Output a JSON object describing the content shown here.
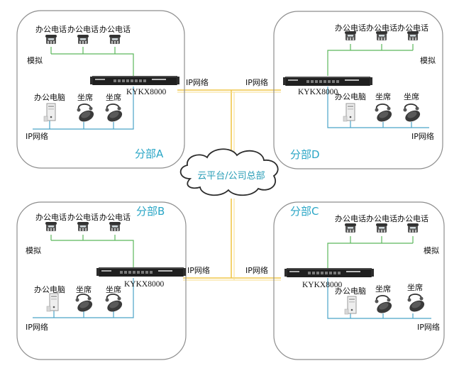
{
  "colors": {
    "analog_line": "#5cb85c",
    "ip_line": "#4aa3c8",
    "backbone_line": "#f0c64a",
    "branch_label": "#2aa6c6",
    "cloud_text": "#2a9eb7"
  },
  "cloud": {
    "label": "云平台/公司总部",
    "icon": "cloud-icon"
  },
  "branches": [
    {
      "name": "分部A",
      "device_label": "KYKX8000",
      "phone_label": "办公电话",
      "analog_label": "模拟",
      "pc_label": "办公电脑",
      "seat_label": "坐席",
      "lan_label": "IP网络",
      "wan_label": "IP网络"
    },
    {
      "name": "分部D",
      "device_label": "KYKX8000",
      "phone_label": "办公电话",
      "analog_label": "模拟",
      "pc_label": "办公电脑",
      "seat_label": "坐席",
      "lan_label": "IP网络",
      "wan_label": "IP网络"
    },
    {
      "name": "分部B",
      "device_label": "KYKX8000",
      "phone_label": "办公电话",
      "analog_label": "模拟",
      "pc_label": "办公电脑",
      "seat_label": "坐席",
      "lan_label": "IP网络",
      "wan_label": "IP网络"
    },
    {
      "name": "分部C",
      "device_label": "KYKX8000",
      "phone_label": "办公电话",
      "analog_label": "模拟",
      "pc_label": "办公电脑",
      "seat_label": "坐席",
      "lan_label": "IP网络",
      "wan_label": "IP网络"
    }
  ]
}
